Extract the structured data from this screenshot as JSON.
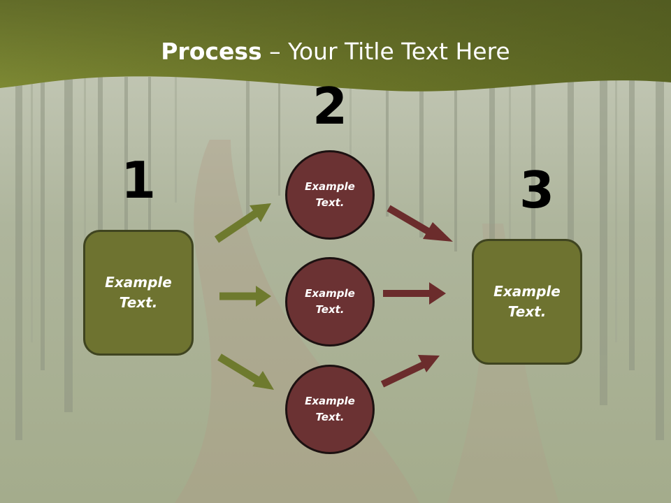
{
  "title": {
    "bold": "Process",
    "separator": " – ",
    "rest": "Your Title Text Here"
  },
  "steps": [
    {
      "number": "1",
      "label": "Example Text."
    },
    {
      "number": "2",
      "label": "Example Text."
    },
    {
      "number": "3",
      "label": "Example Text."
    }
  ],
  "circles": [
    {
      "label": "Example Text."
    },
    {
      "label": "Example Text."
    },
    {
      "label": "Example Text."
    }
  ],
  "colors": {
    "header_band": "#7a8132",
    "box_fill": "#6e7330",
    "circle_fill": "#6b3233",
    "arrow_green": "#6e7a2e",
    "arrow_red": "#6b2c2c"
  }
}
